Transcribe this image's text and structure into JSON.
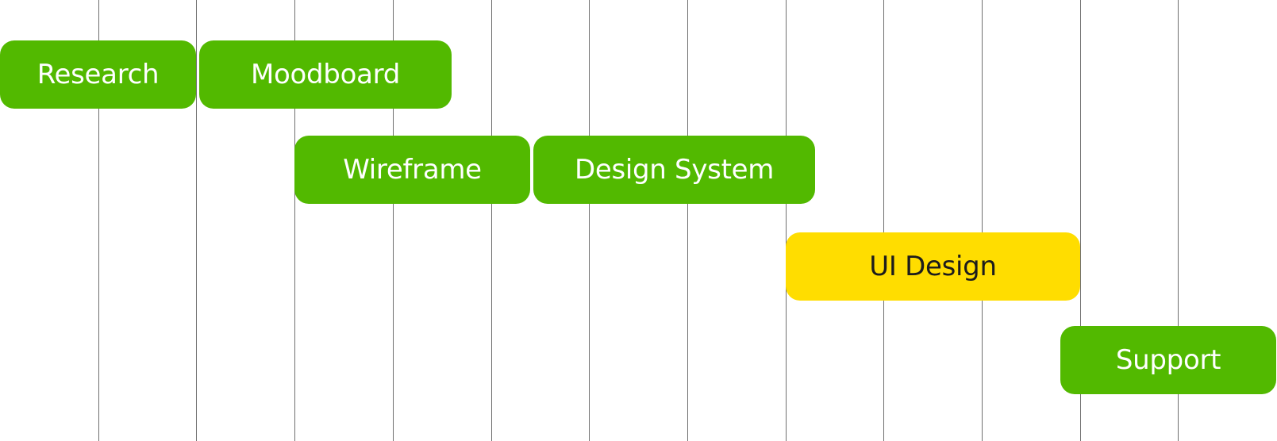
{
  "chart_data": {
    "type": "gantt",
    "title": "",
    "x_range": [
      0,
      13
    ],
    "columns": 13,
    "grid": true,
    "colors": {
      "green": "#52b900",
      "yellow": "#ffdd00",
      "gridline": "#6f6f6f",
      "text_on_green": "#ffffff",
      "text_on_yellow": "#1c1c1c"
    },
    "tasks": [
      {
        "label": "Research",
        "start": 0.0,
        "end": 2.0,
        "row": 0,
        "color": "green"
      },
      {
        "label": "Moodboard",
        "start": 2.03,
        "end": 4.6,
        "row": 0,
        "color": "green"
      },
      {
        "label": "Wireframe",
        "start": 3.0,
        "end": 5.4,
        "row": 1,
        "color": "green"
      },
      {
        "label": "Design System",
        "start": 5.43,
        "end": 8.3,
        "row": 1,
        "color": "green"
      },
      {
        "label": "UI Design",
        "start": 8.0,
        "end": 11.0,
        "row": 2,
        "color": "yellow"
      },
      {
        "label": "Support",
        "start": 10.8,
        "end": 13.0,
        "row": 3,
        "color": "green"
      }
    ]
  }
}
